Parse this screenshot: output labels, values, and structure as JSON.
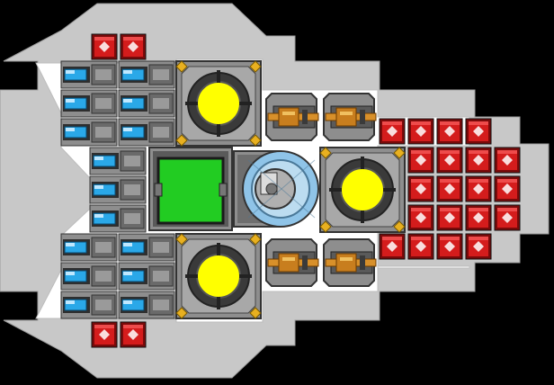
{
  "ship": {
    "colors": {
      "background": "#000000",
      "hull": "#c8c8c8",
      "hull_edge": "#9c9c9c",
      "deck": "#ffffff",
      "deck_edge": "#bdbdbd",
      "armor_red": "#d41c1c",
      "armor_dark": "#7a0a0a",
      "armor_highlight": "#ff6a6a",
      "module_grey": "#8e8e8e",
      "module_dark": "#4a4a4a",
      "power_core": "#ffff00",
      "power_core_ring": "#3a3a3a",
      "bridge_green": "#22cc22",
      "thruster_blue": "#2aa8e8",
      "cannon_gold": "#d8902a",
      "gold_corner": "#e8b020",
      "shield_blue": "#8fc4e8"
    },
    "modules": {
      "armor_block": "red-armor-block",
      "power_core": "yellow-power-core",
      "bridge": "green-command-bridge",
      "thruster": "blue-thruster",
      "cannon": "gold-cannon-turret",
      "shield": "shield-generator"
    }
  }
}
